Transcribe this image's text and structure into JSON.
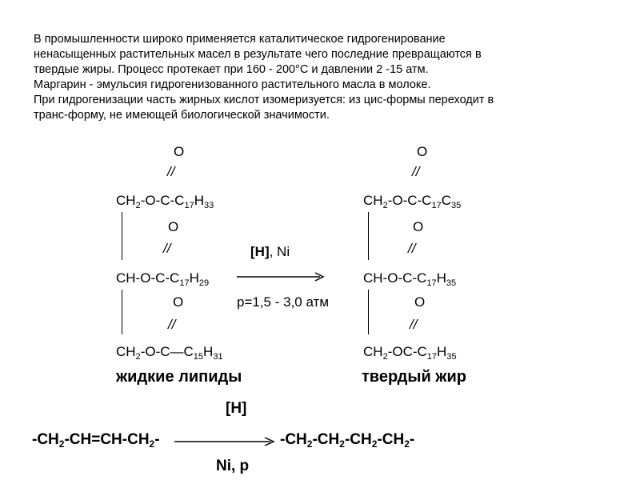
{
  "paragraph": [
    "В промышленности широко применяется каталитическое гидрогенирование",
    "ненасыщенных растительных масел в результате чего последние превращаются в",
    "твердые жиры. Процесс протекает при 160 - 200°С и давлении 2 -15 атм.",
    "Маргарин - эмульсия гидрогенизованного растительного масла в молоке.",
    "При гидрогенизации часть жирных кислот  изомеризуется: из цис-формы переходит в",
    "транс-форму, не имеющей биологической значимости."
  ],
  "left": {
    "o1": "O",
    "dbl1": "//",
    "row1": {
      "a": "CH",
      "s1": "2",
      "b": "-O-C-C",
      "s2": "17",
      "c": "H",
      "s3": "33"
    },
    "o2": "O",
    "dbl2": "//",
    "row2": {
      "a": "CH-O-C-C",
      "s1": "17",
      "b": "H",
      "s2": "29"
    },
    "o3": "O",
    "dbl3": "//",
    "row3": {
      "a": "CH",
      "s1": "2",
      "b": "-O-C—C",
      "s2": "15",
      "c": "H",
      "s3": "31"
    },
    "caption": "жидкие липиды"
  },
  "right": {
    "o1": "O",
    "dbl1": "//",
    "row1": {
      "a": "CH",
      "s1": "2",
      "b": "-O-C-C",
      "s2": "17",
      "c": "C",
      "s3": "35"
    },
    "o2": "O",
    "dbl2": "//",
    "row2": {
      "a": "CH-O-C-C",
      "s1": "17",
      "b": "H",
      "s2": "35"
    },
    "o3": "O",
    "dbl3": "//",
    "row3": {
      "a": "CH",
      "s1": "2",
      "b": "-OC-C",
      "s2": "17",
      "c": "H",
      "s3": "35"
    },
    "caption": "твердый жир"
  },
  "reaction1": {
    "above_bold": "[H]",
    "above_rest": ", Ni",
    "below": "p=1,5 - 3,0 атм"
  },
  "reaction2": {
    "above": "[H]",
    "below": "Ni, p",
    "left": {
      "a": "-CH",
      "s1": "2",
      "b": "-CH=CH-CH",
      "s2": "2",
      "c": "-"
    },
    "right": {
      "a": "-CH",
      "s1": "2",
      "b": "-CH",
      "s2": "2",
      "c": "-CH",
      "s3": "2",
      "d": "-CH",
      "s4": "2",
      "e": "-"
    }
  }
}
